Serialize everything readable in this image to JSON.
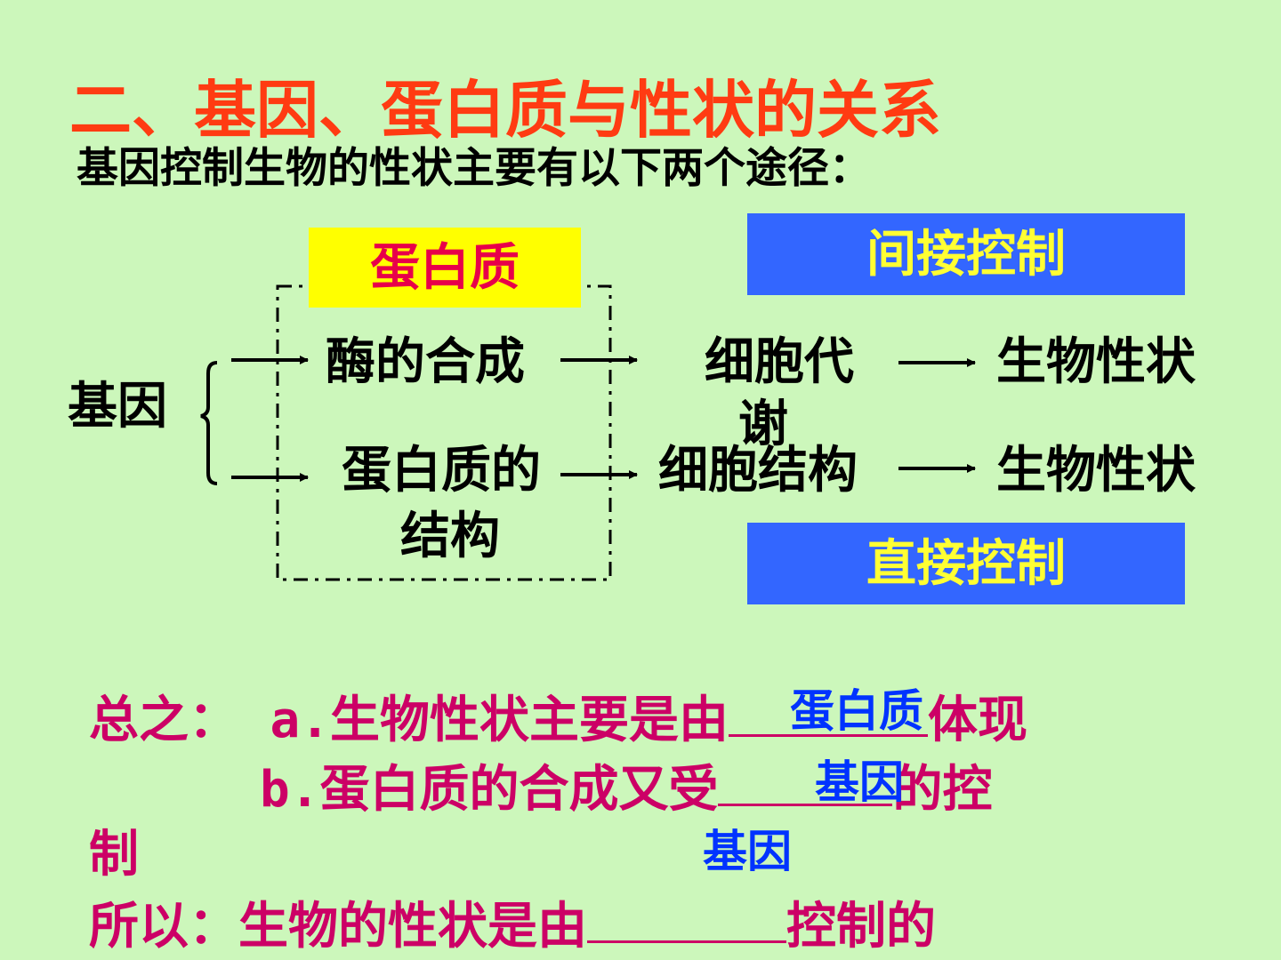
{
  "title": "二、基因、蛋白质与性状的关系",
  "subtitle": "基因控制生物的性状主要有以下两个途径：",
  "diagram": {
    "protein_box": "蛋白质",
    "indirect_label": "间接控制",
    "direct_label": "直接控制",
    "gene": "基因",
    "top_row": {
      "step1": "酶的合成",
      "step2_line1": "细胞代",
      "step2_line2": "谢",
      "step3": "生物性状"
    },
    "bottom_row": {
      "step1_line1": "蛋白质的",
      "step1_line2": "结构",
      "step2": "细胞结构",
      "step3": "生物性状"
    }
  },
  "summary": {
    "a_prefix": "总之：",
    "a_letter": "a.",
    "a_text": "生物性状主要是由",
    "a_answer": "蛋白质",
    "a_suffix": "体现",
    "b_letter": "b.",
    "b_text": "蛋白质的合成又受",
    "b_answer": "基因",
    "b_suffix": "的控",
    "b_wrap": "制",
    "c_answer": "基因",
    "c_text": "所以：生物的性状是由",
    "c_suffix": "控制的"
  },
  "colors": {
    "background": "#ccf7bb",
    "title": "#ff3b12",
    "protein_box_bg": "#ffff00",
    "protein_box_text": "#e8004a",
    "control_box_bg": "#3366ff",
    "control_box_text": "#ffff33",
    "summary_text": "#cc0066",
    "answer_text": "#0033ff"
  }
}
